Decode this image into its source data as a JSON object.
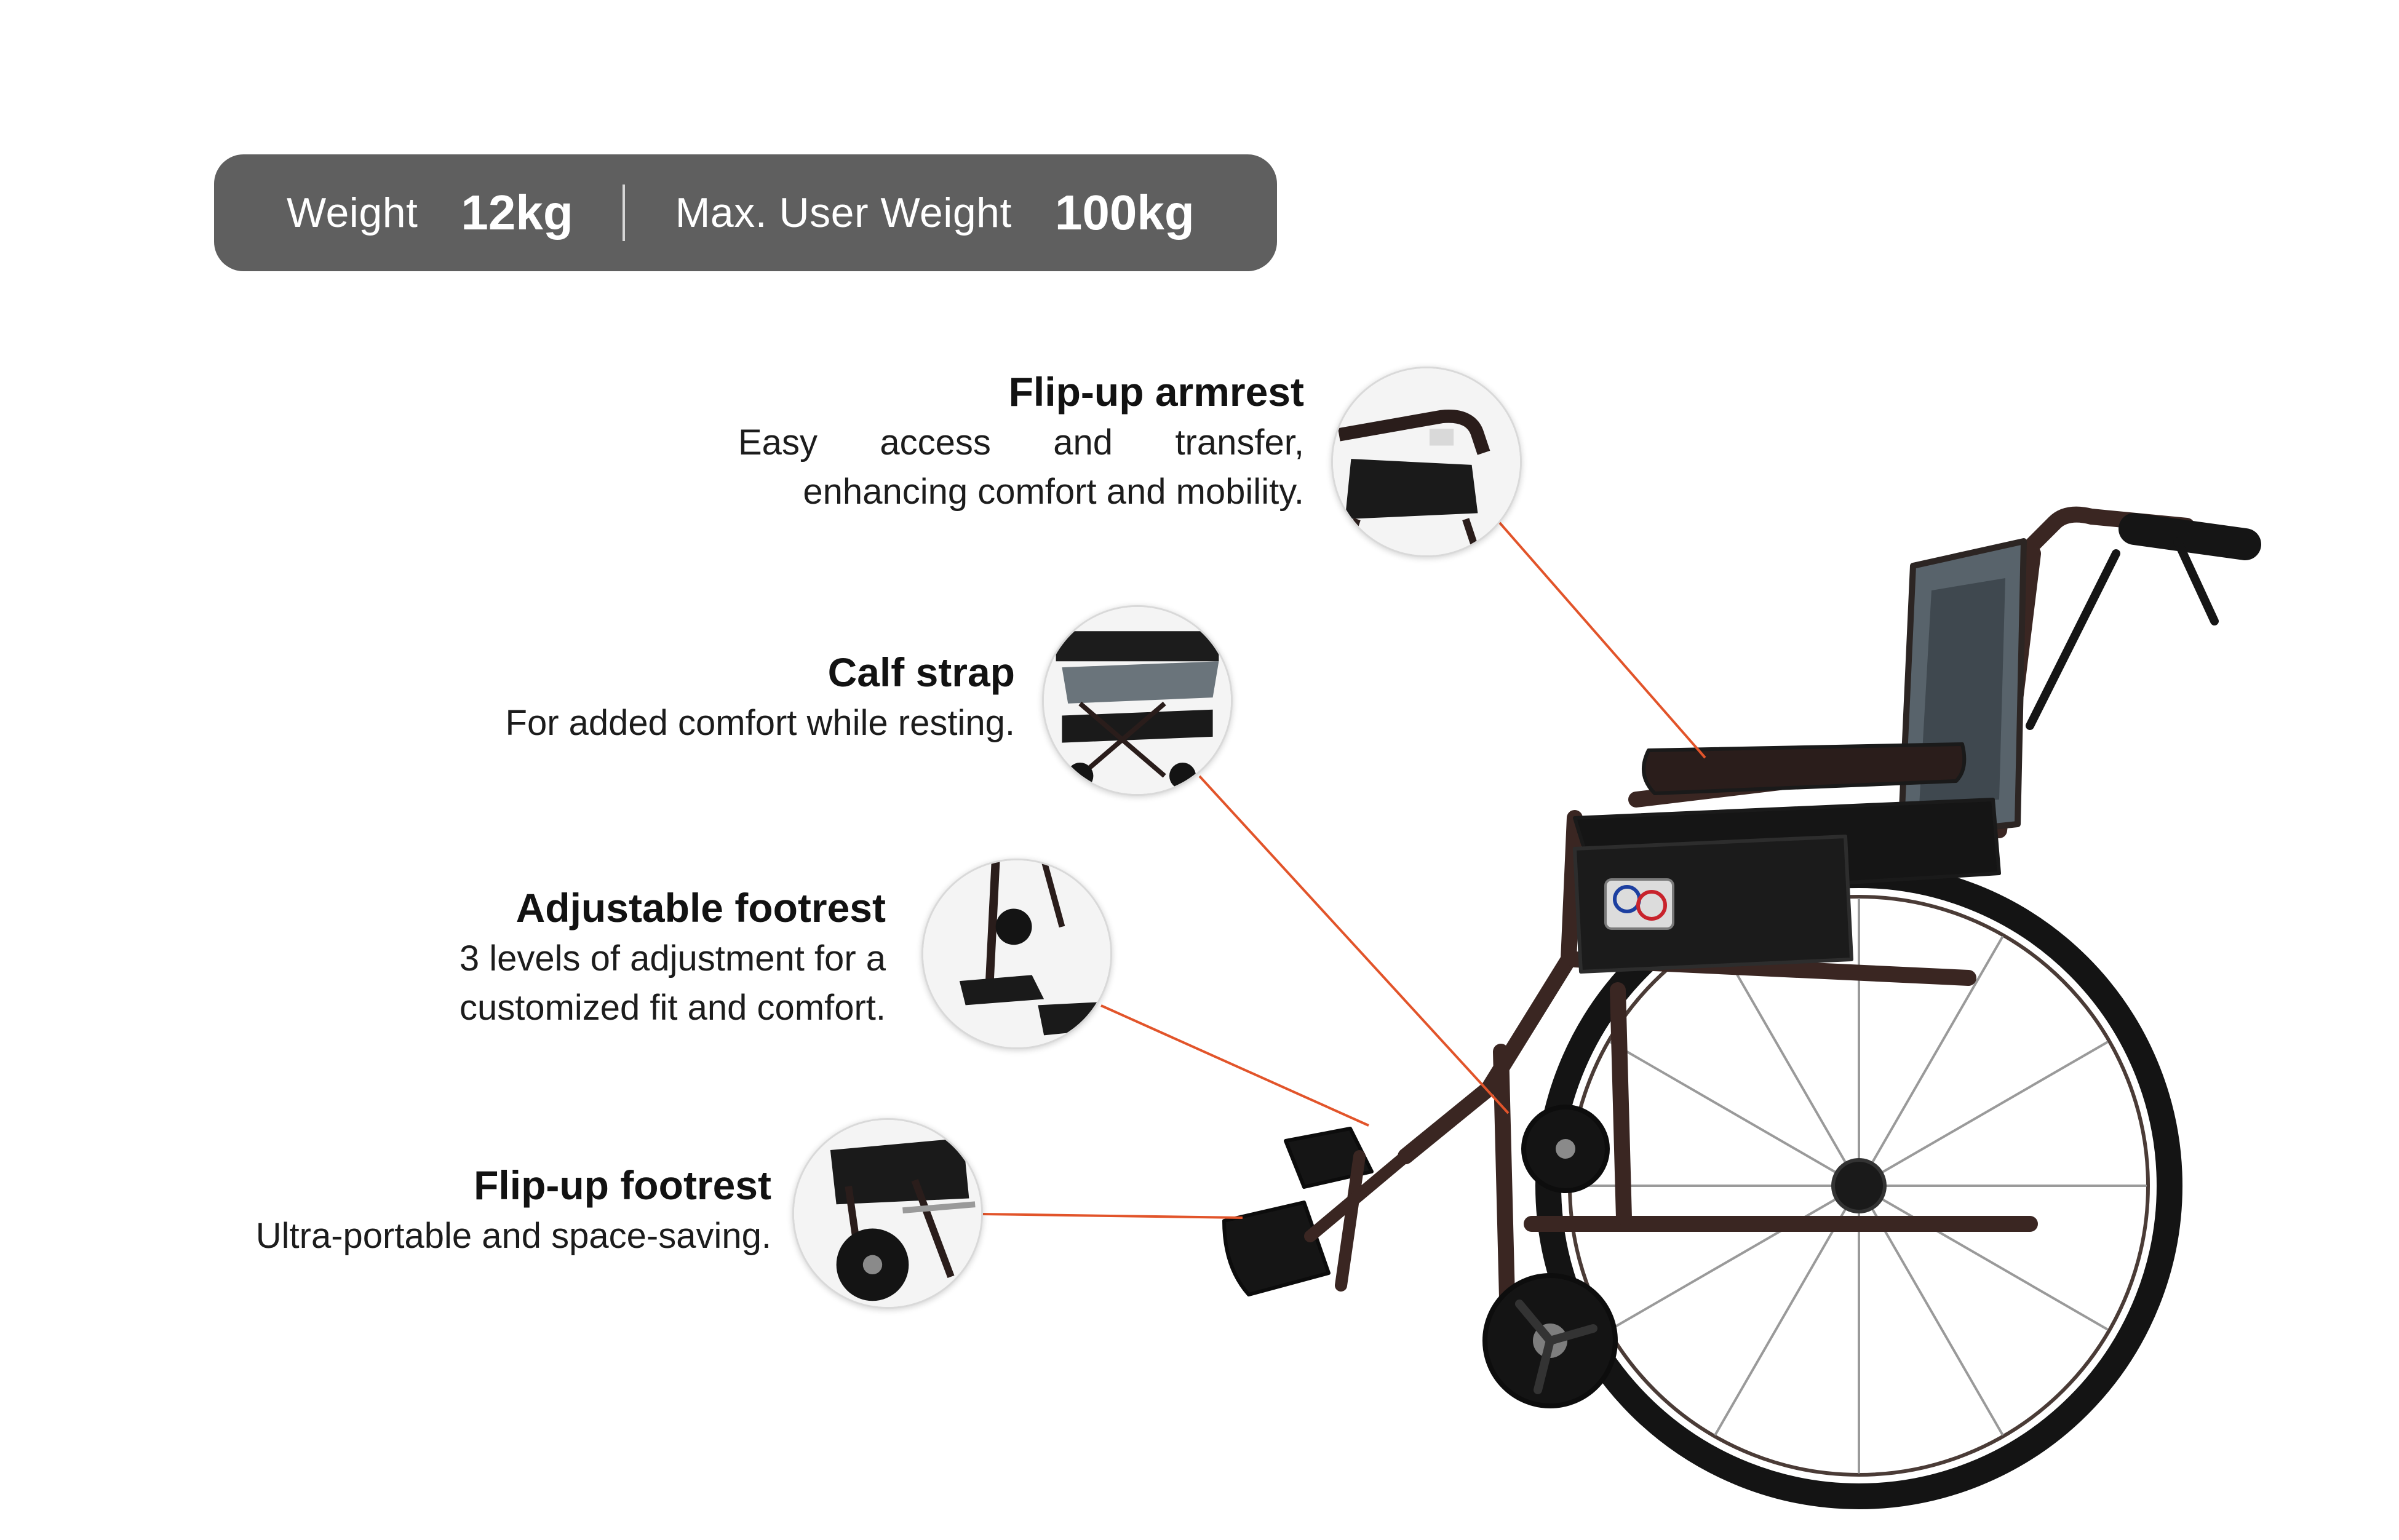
{
  "specs": {
    "weight_label": "Weight",
    "weight_value": "12kg",
    "max_user_label": "Max. User Weight",
    "max_user_value": "100kg"
  },
  "features": [
    {
      "title": "Flip-up armrest",
      "lines": [
        "Easy access and transfer,",
        "enhancing comfort and mobility."
      ]
    },
    {
      "title": "Calf strap",
      "lines": [
        "For added comfort while resting."
      ]
    },
    {
      "title": "Adjustable footrest",
      "lines": [
        "3 levels of adjustment for a",
        "customized fit and comfort."
      ]
    },
    {
      "title": "Flip-up footrest",
      "lines": [
        "Ultra-portable and space-saving."
      ]
    }
  ],
  "colors": {
    "pill": "#5f5f5f",
    "callout_line": "#e2542a",
    "frame": "#3a2622",
    "seat": "#1a1a1a",
    "backrest": "#58636b"
  },
  "icons": [
    "wheelchair-image",
    "armrest-detail-image",
    "calf-strap-detail-image",
    "adjustable-footrest-detail-image",
    "flip-up-footrest-detail-image"
  ]
}
